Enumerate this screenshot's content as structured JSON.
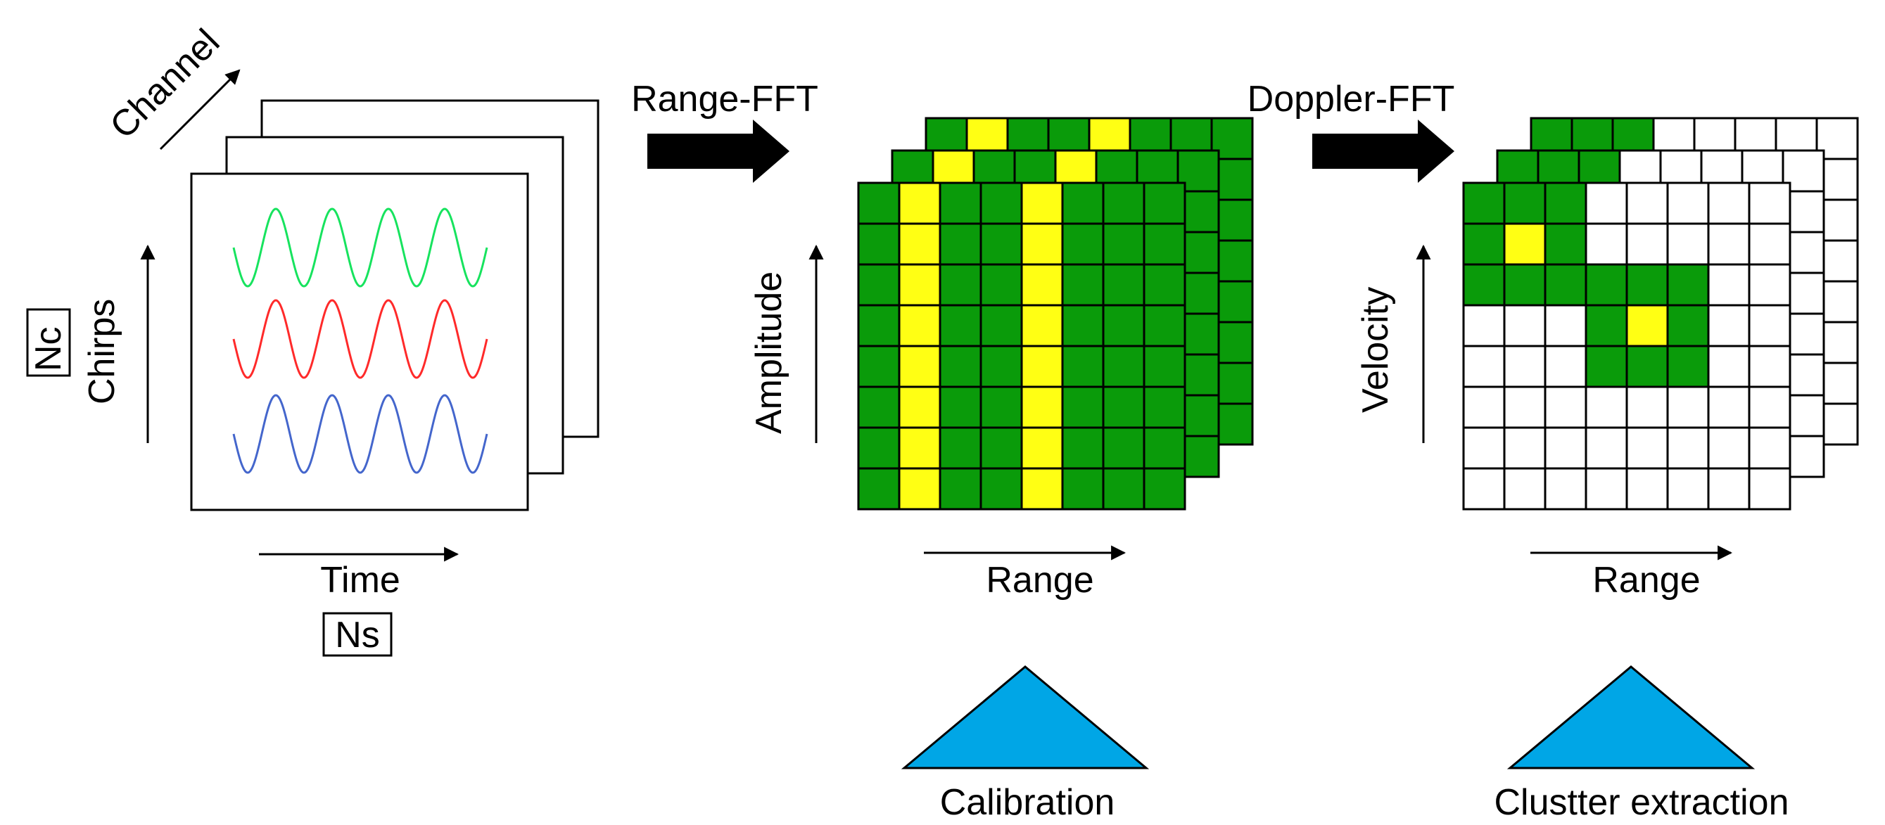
{
  "labels": {
    "channel": "Channel",
    "chirps": "Chirps",
    "nc": "Nc",
    "time": "Time",
    "ns": "Ns",
    "range_fft": "Range-FFT",
    "amplitude": "Amplitude",
    "range_1": "Range",
    "doppler_fft": "Doppler-FFT",
    "velocity": "Velocity",
    "range_2": "Range",
    "calibration": "Calibration",
    "cluster_extraction": "Clustter extraction"
  },
  "colors": {
    "grid_green": "#0a9b0a",
    "highlight_yellow": "#ffff14",
    "triangle_blue": "#00a6e6",
    "signal_green": "#17e35e",
    "signal_red": "#ff2a2a",
    "signal_blue": "#4466cc"
  },
  "grids": {
    "range_fft": {
      "rows": 8,
      "cols": 8,
      "front_yellow_columns": [
        1,
        4
      ],
      "back_layer_yellow_columns": [
        1,
        4
      ]
    },
    "doppler_fft": {
      "rows": 8,
      "cols": 8,
      "green_cells": [
        [
          0,
          0
        ],
        [
          0,
          1
        ],
        [
          0,
          2
        ],
        [
          1,
          0
        ],
        [
          1,
          1
        ],
        [
          1,
          2
        ],
        [
          2,
          0
        ],
        [
          2,
          1
        ],
        [
          2,
          2
        ],
        [
          2,
          3
        ],
        [
          2,
          4
        ],
        [
          2,
          5
        ],
        [
          3,
          3
        ],
        [
          3,
          4
        ],
        [
          3,
          5
        ],
        [
          4,
          3
        ],
        [
          4,
          4
        ],
        [
          4,
          5
        ]
      ],
      "yellow_cells": [
        [
          1,
          1
        ],
        [
          3,
          4
        ]
      ],
      "back_layer_green_cells": [
        [
          0,
          0
        ],
        [
          0,
          1
        ],
        [
          0,
          2
        ],
        [
          1,
          0
        ],
        [
          1,
          1
        ]
      ]
    }
  }
}
